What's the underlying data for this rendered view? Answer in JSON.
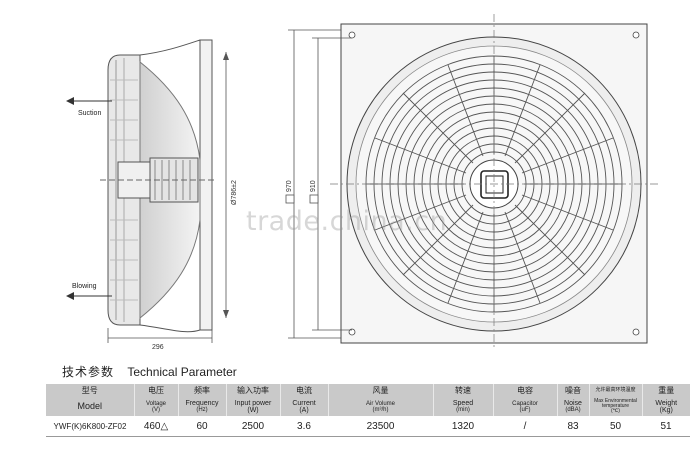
{
  "drawing": {
    "suction_label": "Suction",
    "blowing_label": "Blowing",
    "dim_diameter": "Ø786±2",
    "dim_depth": "296",
    "dim_outer": "970",
    "dim_inner": "910"
  },
  "watermark": "trade.china.cn",
  "section": {
    "title_cn": "技术参数",
    "title_en": "Technical Parameter"
  },
  "table": {
    "columns": [
      {
        "cn": "型号",
        "en": "Model",
        "unit": ""
      },
      {
        "cn": "电压",
        "en": "Voltage",
        "unit": "(V)"
      },
      {
        "cn": "频率",
        "en": "Frequency",
        "unit": "(Hz)"
      },
      {
        "cn": "输入功率",
        "en": "Input power",
        "unit": "(W)"
      },
      {
        "cn": "电流",
        "en": "Current",
        "unit": "(A)"
      },
      {
        "cn": "风量",
        "en": "Air Volume",
        "unit": "(m³/h)"
      },
      {
        "cn": "转速",
        "en": "Speed",
        "unit": "(min)"
      },
      {
        "cn": "电容",
        "en": "Capacitor",
        "unit": "(uF)"
      },
      {
        "cn": "噪音",
        "en": "Noise",
        "unit": "(dBA)"
      },
      {
        "cn": "允许最高环境温度",
        "en": "Max Environmental temperature",
        "unit": "(℃)"
      },
      {
        "cn": "重量",
        "en": "Weight",
        "unit": "(Kg)"
      }
    ],
    "row": [
      "YWF(K)6K800-ZF02",
      "460△",
      "60",
      "2500",
      "3.6",
      "23500",
      "1320",
      "/",
      "83",
      "50",
      "51"
    ]
  }
}
